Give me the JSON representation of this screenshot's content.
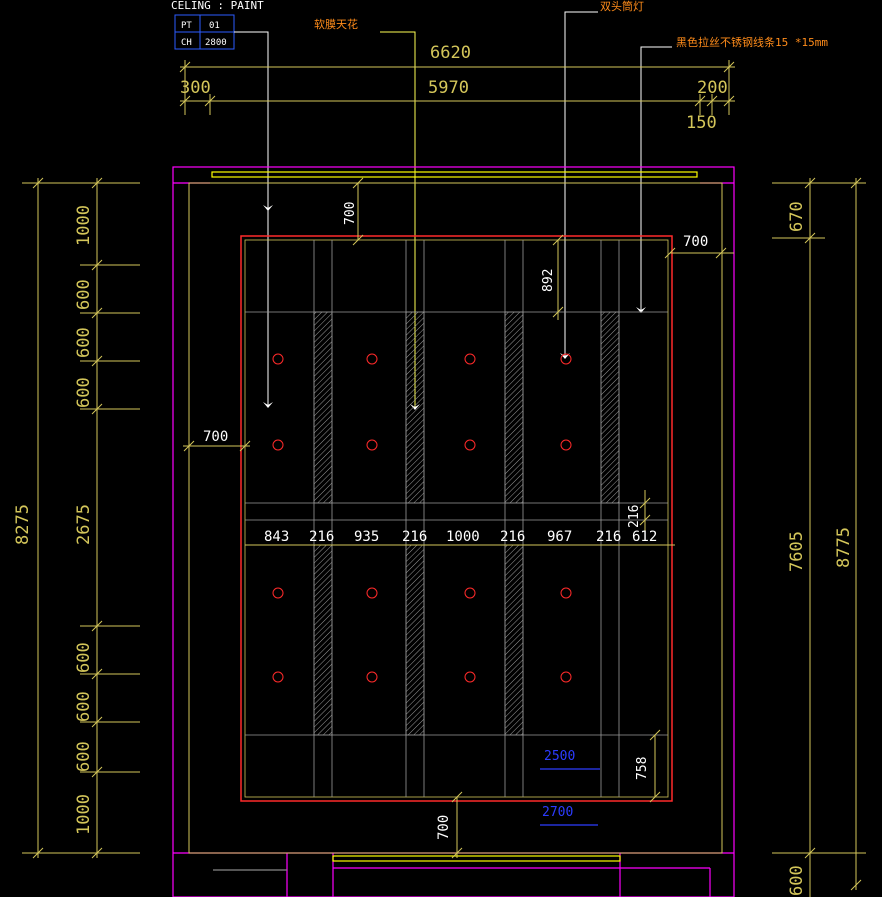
{
  "legend": {
    "title": "CELING : PAINT",
    "rows": [
      {
        "key": "PT",
        "value": "01"
      },
      {
        "key": "CH",
        "value": "2800"
      }
    ]
  },
  "callouts": {
    "soft_film_ceiling": "软膜天花",
    "spotlight": "双头筒灯",
    "trim_strip": "黑色拉丝不锈钢线条15 *15mm"
  },
  "dims_top": {
    "overall": "6620",
    "left": "300",
    "middle": "5970",
    "right": "200",
    "right_inner": "150"
  },
  "dims_left": {
    "overall": "8275",
    "seg1": "1000",
    "seg2": "600",
    "seg3": "600",
    "seg4": "600",
    "seg5": "2675",
    "seg6": "600",
    "seg7": "600",
    "seg8": "600",
    "seg9": "1000"
  },
  "dims_right": {
    "overall": "8775",
    "inner": "7605",
    "top": "670",
    "bottom": "600"
  },
  "dims_inner": {
    "top_offset": "700",
    "right_offset": "700",
    "left_offset": "700",
    "bottom_offset": "700",
    "spot_offset": "892",
    "band": "216",
    "bottom_strip": "758"
  },
  "row_dims": [
    "843",
    "216",
    "935",
    "216",
    "1000",
    "216",
    "967",
    "216",
    "612"
  ],
  "blue_labels": {
    "upper": "2500",
    "lower": "2700"
  },
  "colors": {
    "dimension": "#d4c65a",
    "wall": "#ff00ff",
    "ceiling_edge": "#ff2a2a",
    "grid": "#9a9a9a",
    "callout_text": "#ff8c1a",
    "annotation_blue": "#2c3cff",
    "legend_box": "#2c5cff",
    "light_bar": "#ffff00"
  }
}
